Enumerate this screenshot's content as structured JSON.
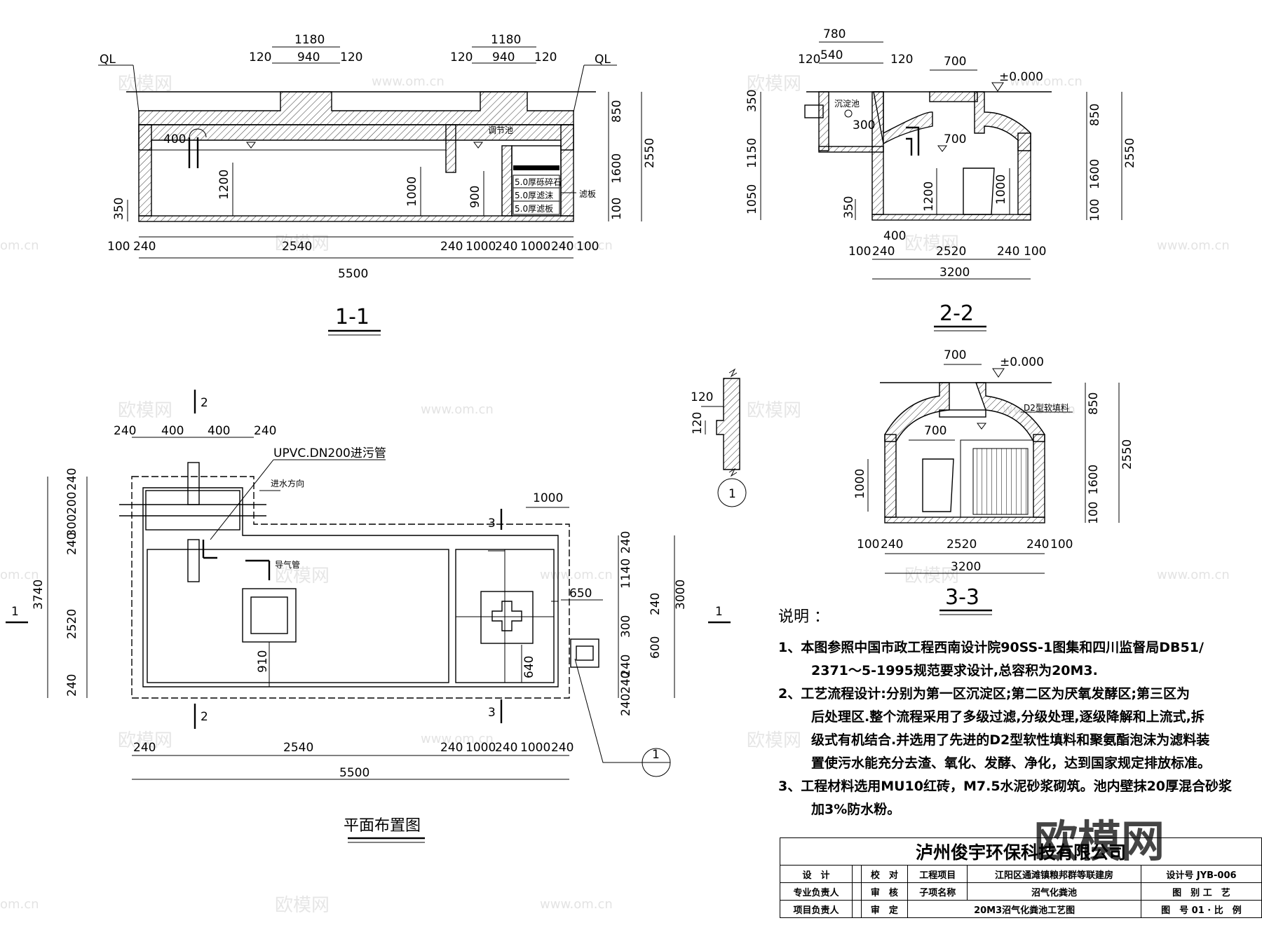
{
  "sections": {
    "s11": "1-1",
    "s22": "2-2",
    "s33": "3-3",
    "plan": "平面布置图",
    "detail": "1",
    "cut1": "1",
    "cut2": "2",
    "cut3": "3"
  },
  "dims": {
    "d1180": "1180",
    "d940": "940",
    "d120": "120",
    "d850": "850",
    "d2550": "2550",
    "d1600": "1600",
    "d100": "100",
    "d400": "400",
    "d1200": "1200",
    "d350": "350",
    "d1000": "1000",
    "d900": "900",
    "d240": "240",
    "d2540": "2540",
    "d5500": "5500",
    "d780": "780",
    "d540": "540",
    "d700": "700",
    "d300": "300",
    "d1150": "1150",
    "d1050": "1050",
    "d2520": "2520",
    "d3200": "3200",
    "d3740": "3740",
    "d200": "200",
    "d910": "910",
    "d1140": "1140",
    "d650": "650",
    "d600": "600",
    "d640": "640",
    "d3000": "3000",
    "elev": "±0.000"
  },
  "labels": {
    "ql": "QL",
    "tank": "调节池",
    "filter": "滤板",
    "layer1": "5.0厚砾碎石",
    "layer2": "5.0厚滤沫",
    "layer3": "5.0厚滤板",
    "sedi": "沉淀池",
    "d2": "D2型软填料",
    "pipe": "UPVC.DN200进污管",
    "inflow": "进水方向",
    "gas": "导气管"
  },
  "notes": {
    "title": "说明 ：",
    "n1a": "1、本图参照中国市政工程西南设计院90SS-1图集和四川监督局DB51/",
    "n1b": "2371～5-1995规范要求设计,总容积为20M3.",
    "n2a": "2、工艺流程设计:分别为第一区沉淀区;第二区为厌氧发酵区;第三区为",
    "n2b": "后处理区.整个流程采用了多级过滤,分级处理,逐级降解和上流式,拆",
    "n2c": "级式有机结合.并选用了先进的D2型软性填料和聚氨酯泡沫为滤料装",
    "n2d": "置使污水能充分去渣、氧化、发酵、净化，达到国家规定排放标准。",
    "n3a": "3、工程材料选用MU10红砖，M7.5水泥砂浆砌筑。池内壁抹20厚混合砂浆",
    "n3b": "加3%防水粉。"
  },
  "titleblock": {
    "company": "泸州俊宇环保科技有限公司",
    "design": "设　计",
    "check": "校　对",
    "lead": "专业负责人",
    "review": "审　核",
    "proj_lead": "项目负责人",
    "approve": "审　定",
    "proj_label": "工程项目",
    "proj_val": "江阳区通滩镇粮邦群等联建房",
    "sub_label": "子项名称",
    "sub_val": "沼气化粪池",
    "drawing_title": "20M3沼气化粪池工艺图",
    "dno_label": "设计号",
    "dno_val": "JYB-006",
    "cat_label": "图　别",
    "cat_val": "工　艺",
    "num_label": "图　号",
    "num_val": "01",
    "scale_label": "比　例"
  },
  "watermarks": {
    "brand": "欧模网",
    "site": "www.om.cn",
    "site2": "om.cn"
  }
}
